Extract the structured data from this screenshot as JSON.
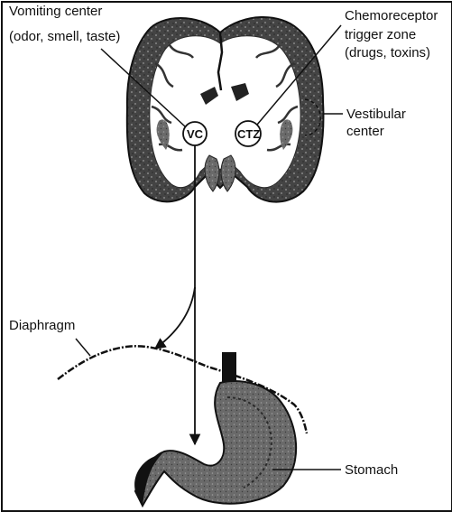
{
  "figure": {
    "vomiting_center": {
      "title": "Vomiting center",
      "detail": "(odor, smell, taste)",
      "abbr": "VC"
    },
    "ctz": {
      "title_line1": "Chemoreceptor",
      "title_line2": "trigger zone",
      "detail": "(drugs, toxins)",
      "abbr": "CTZ"
    },
    "vestibular": {
      "line1": "Vestibular",
      "line2": "center"
    },
    "diaphragm_label": "Diaphragm",
    "stomach_label": "Stomach"
  }
}
